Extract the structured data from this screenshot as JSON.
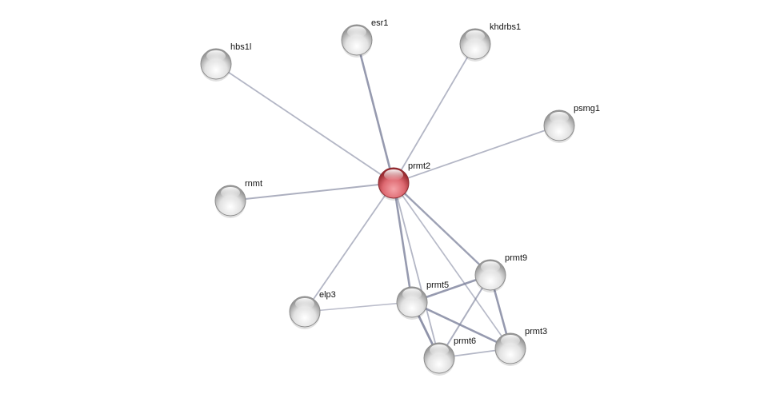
{
  "network": {
    "query_node": "prmt2",
    "colors": {
      "query": "#d9575f",
      "other": "#d8d8d8",
      "edge": "#7a7f99"
    },
    "nodes": [
      {
        "id": "prmt2",
        "label": "prmt2",
        "query": true
      },
      {
        "id": "hbs1l",
        "label": "hbs1l"
      },
      {
        "id": "esr1",
        "label": "esr1"
      },
      {
        "id": "khdrbs1",
        "label": "khdrbs1"
      },
      {
        "id": "psmg1",
        "label": "psmg1"
      },
      {
        "id": "rnmt",
        "label": "rnmt"
      },
      {
        "id": "elp3",
        "label": "elp3"
      },
      {
        "id": "prmt5",
        "label": "prmt5"
      },
      {
        "id": "prmt9",
        "label": "prmt9"
      },
      {
        "id": "prmt6",
        "label": "prmt6"
      },
      {
        "id": "prmt3",
        "label": "prmt3"
      }
    ],
    "edges": [
      {
        "source": "prmt2",
        "target": "hbs1l",
        "weight": 0.4
      },
      {
        "source": "prmt2",
        "target": "esr1",
        "weight": 0.8
      },
      {
        "source": "prmt2",
        "target": "khdrbs1",
        "weight": 0.4
      },
      {
        "source": "prmt2",
        "target": "psmg1",
        "weight": 0.4
      },
      {
        "source": "prmt2",
        "target": "rnmt",
        "weight": 0.5
      },
      {
        "source": "prmt2",
        "target": "elp3",
        "weight": 0.4
      },
      {
        "source": "prmt2",
        "target": "prmt5",
        "weight": 0.8
      },
      {
        "source": "prmt2",
        "target": "prmt9",
        "weight": 0.7
      },
      {
        "source": "prmt2",
        "target": "prmt6",
        "weight": 0.4
      },
      {
        "source": "prmt2",
        "target": "prmt3",
        "weight": 0.35
      },
      {
        "source": "elp3",
        "target": "prmt5",
        "weight": 0.3
      },
      {
        "source": "prmt5",
        "target": "prmt9",
        "weight": 0.8
      },
      {
        "source": "prmt5",
        "target": "prmt6",
        "weight": 0.9
      },
      {
        "source": "prmt5",
        "target": "prmt3",
        "weight": 0.8
      },
      {
        "source": "prmt9",
        "target": "prmt6",
        "weight": 0.5
      },
      {
        "source": "prmt9",
        "target": "prmt3",
        "weight": 0.8
      },
      {
        "source": "prmt6",
        "target": "prmt3",
        "weight": 0.4
      }
    ]
  }
}
